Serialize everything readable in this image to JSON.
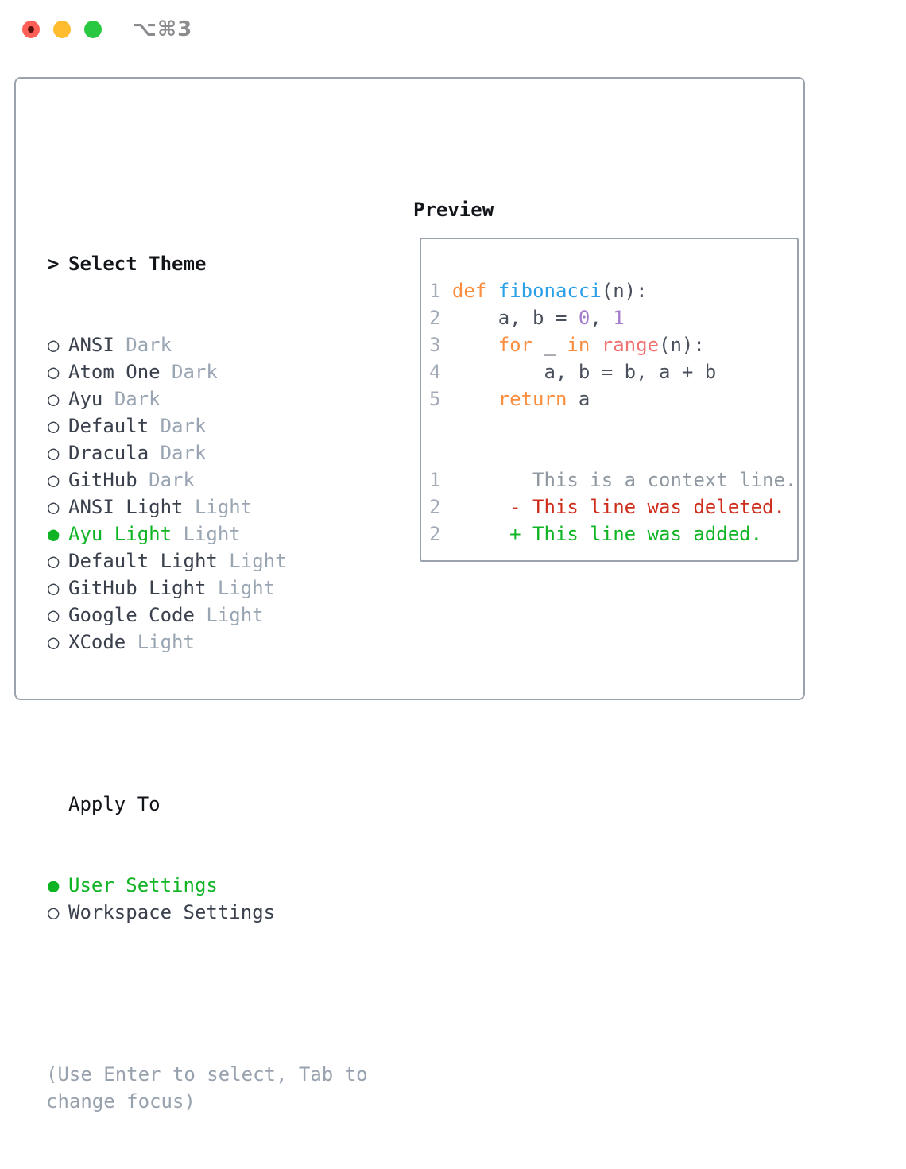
{
  "window": {
    "title": "⌥⌘3",
    "traffic_lights": [
      {
        "name": "close",
        "color": "#ff5f57",
        "has_dot": true
      },
      {
        "name": "minimize",
        "color": "#febc2e",
        "has_dot": false
      },
      {
        "name": "zoom",
        "color": "#28c840",
        "has_dot": false
      }
    ]
  },
  "markers": {
    "focused": ">",
    "radio_on": "●",
    "radio_off": "○"
  },
  "theme_list": {
    "header": "Select Theme",
    "items": [
      {
        "name": "ANSI",
        "variant": "Dark",
        "selected": false
      },
      {
        "name": "Atom One",
        "variant": "Dark",
        "selected": false
      },
      {
        "name": "Ayu",
        "variant": "Dark",
        "selected": false
      },
      {
        "name": "Default",
        "variant": "Dark",
        "selected": false
      },
      {
        "name": "Dracula",
        "variant": "Dark",
        "selected": false
      },
      {
        "name": "GitHub",
        "variant": "Dark",
        "selected": false
      },
      {
        "name": "ANSI Light",
        "variant": "Light",
        "selected": false
      },
      {
        "name": "Ayu Light",
        "variant": "Light",
        "selected": true
      },
      {
        "name": "Default Light",
        "variant": "Light",
        "selected": false
      },
      {
        "name": "GitHub Light",
        "variant": "Light",
        "selected": false
      },
      {
        "name": "Google Code",
        "variant": "Light",
        "selected": false
      },
      {
        "name": "XCode",
        "variant": "Light",
        "selected": false
      }
    ]
  },
  "apply_to": {
    "header": "Apply To",
    "options": [
      {
        "label": "User Settings",
        "selected": true
      },
      {
        "label": "Workspace Settings",
        "selected": false
      }
    ]
  },
  "hint": "(Use Enter to select, Tab to change focus)",
  "preview": {
    "header": "Preview",
    "code_lines": [
      {
        "number": "1",
        "segments": [
          {
            "t": "def",
            "c": "kw"
          },
          {
            "t": " "
          },
          {
            "t": "fibonacci",
            "c": "fn"
          },
          {
            "t": "(n):"
          }
        ]
      },
      {
        "number": "2",
        "segments": [
          {
            "t": "    a, b = "
          },
          {
            "t": "0",
            "c": "num"
          },
          {
            "t": ", "
          },
          {
            "t": "1",
            "c": "num"
          }
        ]
      },
      {
        "number": "3",
        "segments": [
          {
            "t": "    "
          },
          {
            "t": "for",
            "c": "kw"
          },
          {
            "t": " _ "
          },
          {
            "t": "in",
            "c": "kw"
          },
          {
            "t": " "
          },
          {
            "t": "range",
            "c": "rng"
          },
          {
            "t": "(n):"
          }
        ]
      },
      {
        "number": "4",
        "segments": [
          {
            "t": "        a, b = b, a + b"
          }
        ]
      },
      {
        "number": "5",
        "segments": [
          {
            "t": "    "
          },
          {
            "t": "return",
            "c": "kw"
          },
          {
            "t": " a"
          }
        ]
      }
    ],
    "diff_lines": [
      {
        "number": "1",
        "type": "ctx",
        "text": "       This is a context line."
      },
      {
        "number": "2",
        "type": "del",
        "text": "     - This line was deleted."
      },
      {
        "number": "2",
        "type": "add",
        "text": "     + This line was added."
      }
    ]
  },
  "colors": {
    "accent_green": "#0fb424",
    "panel_border": "#9aa2ad",
    "header_text": "#111419",
    "item_text": "#3a414d",
    "muted_text": "#9aa5b3",
    "hint_gray": "#98a2ae",
    "line_number": "#a3abb8",
    "code_default": "#49505c",
    "syntax_keyword": "#fa8d3e",
    "syntax_function": "#2aa0e6",
    "syntax_number": "#a37acc",
    "syntax_range": "#f07171",
    "diff_context": "#8f98a1",
    "diff_deleted": "#ce2d1c",
    "diff_added": "#0eb424",
    "title_gray": "#8b8b90",
    "light_dot": "#5c100a"
  }
}
